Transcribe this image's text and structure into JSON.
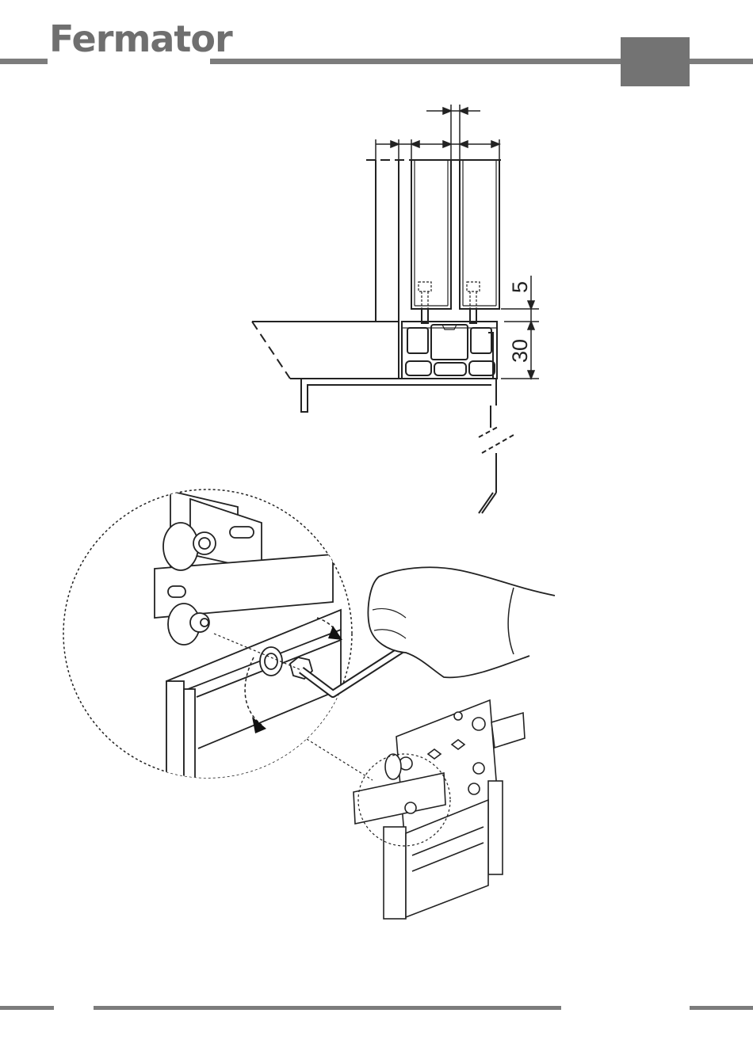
{
  "header": {
    "logo_text": "Fermator"
  },
  "top_drawing": {
    "dimension_labels": {
      "gap_height": "5",
      "profile_height": "30"
    }
  },
  "colors": {
    "bars": "#7c7c7c",
    "tab": "#737373",
    "lines": "#222222"
  }
}
